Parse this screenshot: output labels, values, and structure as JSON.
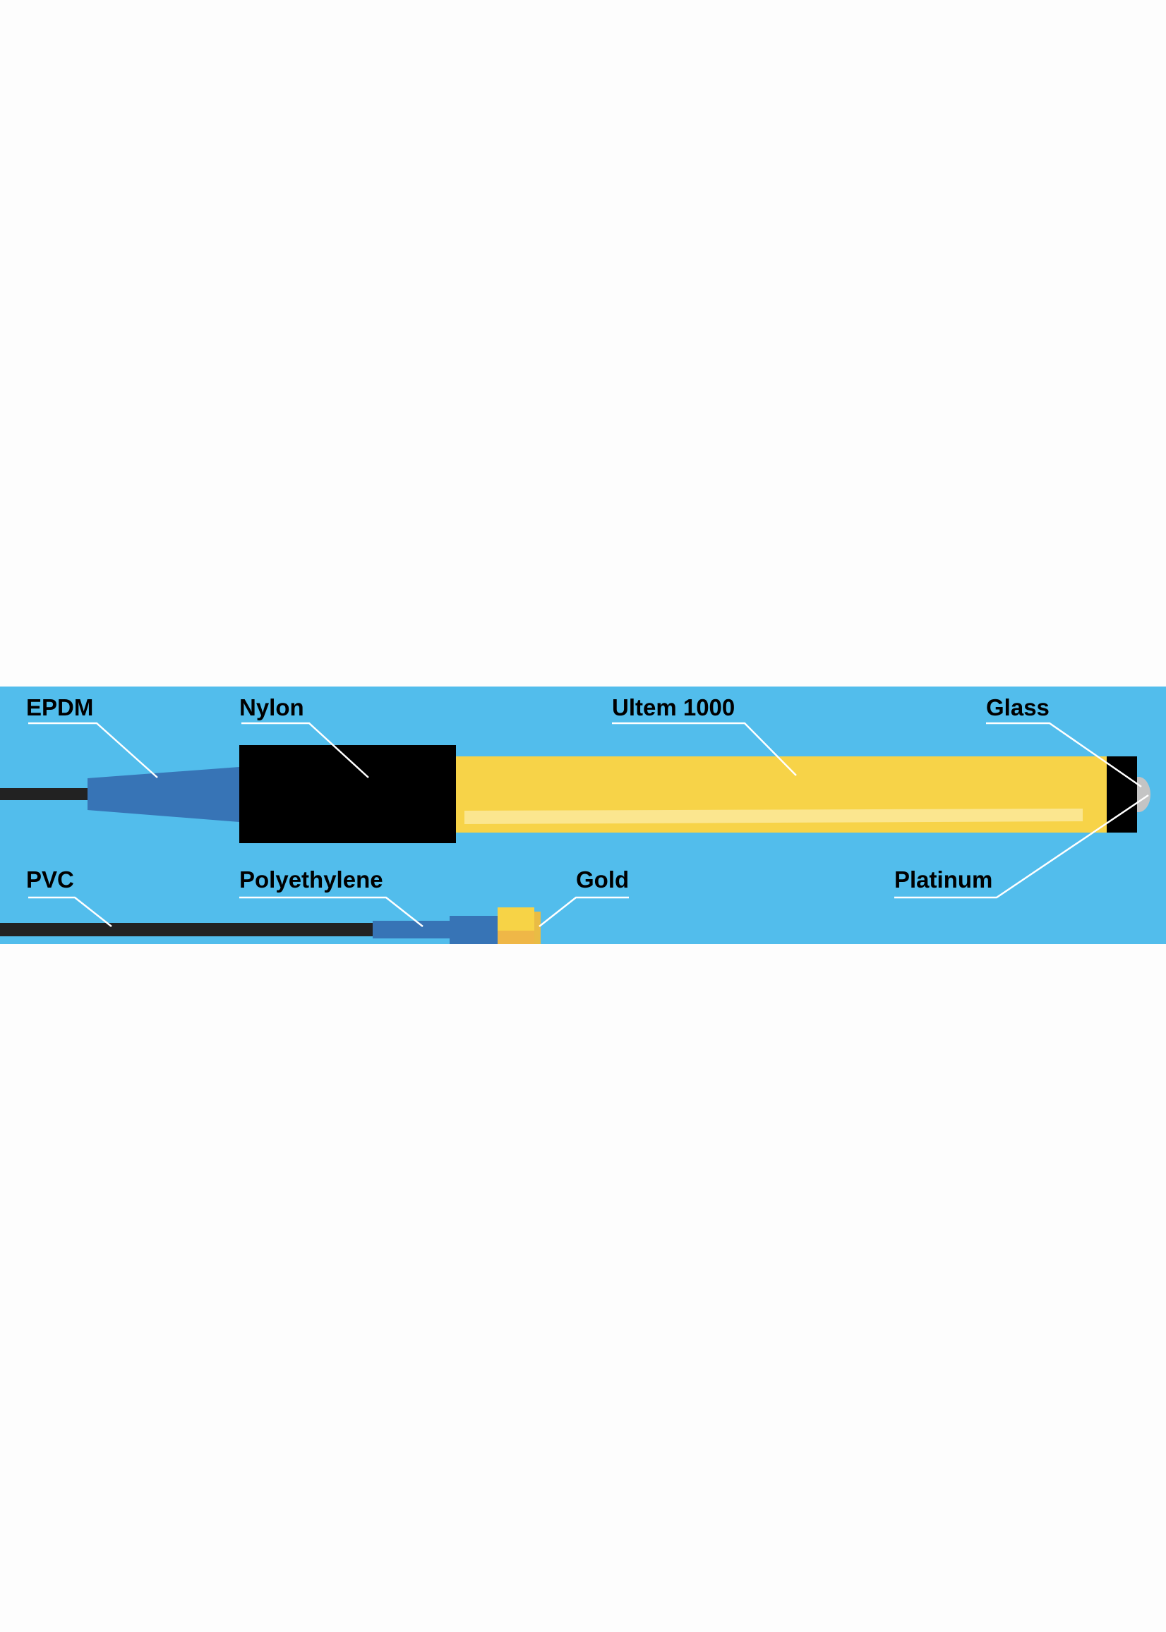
{
  "diagram": {
    "labels": {
      "epdm": "EPDM",
      "nylon": "Nylon",
      "ultem": "Ultem 1000",
      "glass": "Glass",
      "pvc": "PVC",
      "polyethylene": "Polyethylene",
      "gold": "Gold",
      "platinum": "Platinum"
    },
    "colors": {
      "background_band": "#52bdec",
      "cable": "#222222",
      "epdm_blue": "#3774b6",
      "nylon_black": "#000000",
      "ultem_yellow": "#f7d348",
      "highlight": "#fbe68f",
      "glass_gray": "#c4c4c4",
      "gold_top": "#f7d346",
      "gold_bottom": "#efb747"
    }
  }
}
